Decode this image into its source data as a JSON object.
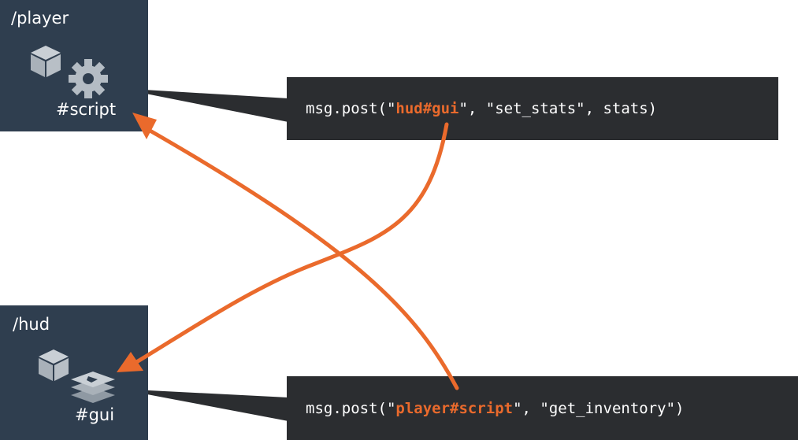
{
  "colors": {
    "panel": "#2f3e4f",
    "code_bg": "#2b2d30",
    "accent": "#ea6a2c",
    "icon": "#b4bcc4"
  },
  "player": {
    "title": "/player",
    "component_label": "#script",
    "icons": [
      "cube-icon",
      "gear-icon"
    ]
  },
  "hud": {
    "title": "/hud",
    "component_label": "#gui",
    "icons": [
      "cube-icon",
      "layers-icon"
    ]
  },
  "code_top": {
    "prefix": "msg.post(\"",
    "highlight": "hud#gui",
    "suffix": "\", \"set_stats\", stats)"
  },
  "code_bottom": {
    "prefix": "msg.post(\"",
    "highlight": "player#script",
    "suffix": "\", \"get_inventory\")"
  }
}
